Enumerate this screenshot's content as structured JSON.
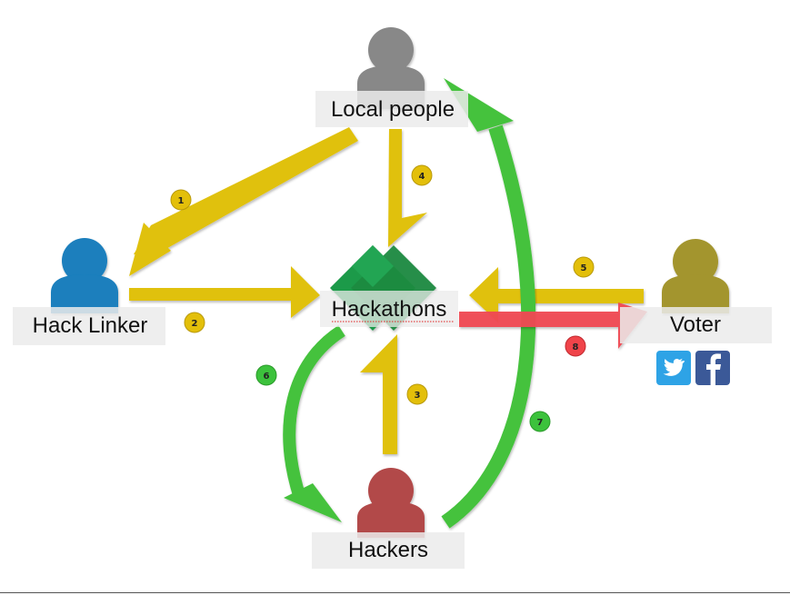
{
  "nodes": {
    "local_people": {
      "label": "Local people",
      "color": "#888888"
    },
    "hack_linker": {
      "label": "Hack Linker",
      "color": "#1a7fbd"
    },
    "hackathons": {
      "label": "Hackathons",
      "color": "#1f9a4a"
    },
    "voter": {
      "label": "Voter",
      "color": "#a3952e"
    },
    "hackers": {
      "label": "Hackers",
      "color": "#b24a4a"
    }
  },
  "steps": [
    {
      "num": "1",
      "color": "#e3bf0a"
    },
    {
      "num": "2",
      "color": "#e3bf0a"
    },
    {
      "num": "3",
      "color": "#e3bf0a"
    },
    {
      "num": "4",
      "color": "#e3bf0a"
    },
    {
      "num": "5",
      "color": "#e3bf0a"
    },
    {
      "num": "6",
      "color": "#3cc23c"
    },
    {
      "num": "7",
      "color": "#3cc23c"
    },
    {
      "num": "8",
      "color": "#f0444a"
    }
  ],
  "social": [
    {
      "name": "twitter",
      "icon": "twitter-bird-icon",
      "color": "#2ea3e6"
    },
    {
      "name": "facebook",
      "icon": "facebook-f-icon",
      "color": "#3b5998"
    }
  ],
  "arrow_colors": {
    "yellow": "#e0c10c",
    "green": "#45c23c",
    "red": "#f04a52"
  }
}
